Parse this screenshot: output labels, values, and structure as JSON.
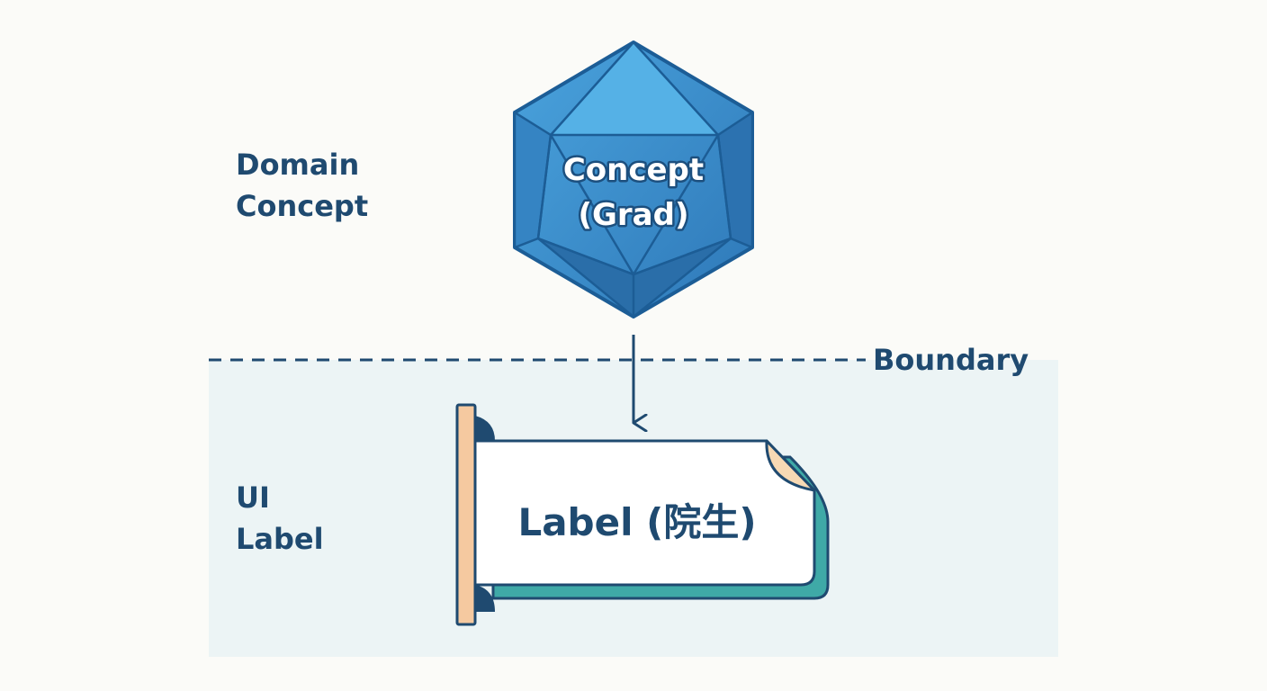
{
  "labels": {
    "domain_line1": "Domain",
    "domain_line2": "Concept",
    "ui_line1": "UI",
    "ui_line2": "Label",
    "boundary": "Boundary"
  },
  "concept": {
    "line1": "Concept",
    "line2": "(Grad)"
  },
  "ui_label": {
    "text": "Label (院生)"
  },
  "colors": {
    "navy": "#1f4a70",
    "gem_blue": "#3d8ccc",
    "gem_dark": "#1c5d96",
    "teal": "#3fa9a7",
    "peach": "#f5c9a0",
    "zone_tint": "#ecf4f5"
  }
}
